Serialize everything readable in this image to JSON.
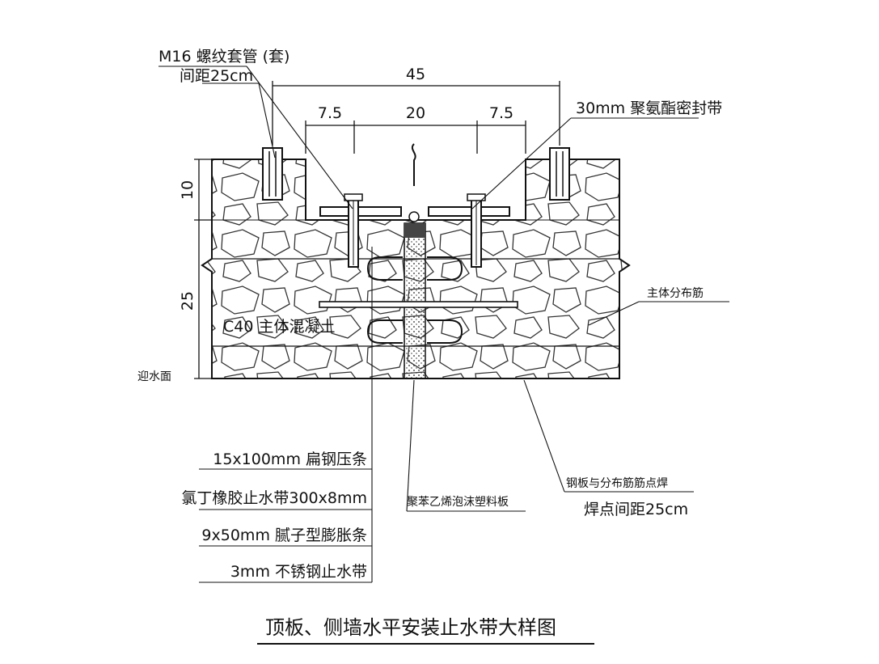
{
  "dimensions": {
    "total_width": "45",
    "left_offset": "7.5",
    "center_width": "20",
    "right_offset": "7.5",
    "upper_height": "10",
    "lower_height": "25"
  },
  "labels": {
    "bolt_sleeve_line1": "M16 螺纹套管 (套)",
    "bolt_sleeve_line2": "间距25cm",
    "sealant_tape": "30mm 聚氨酯密封带",
    "distribution_bar": "主体分布筋",
    "concrete": "C40 主体混凝土",
    "water_face": "迎水面",
    "flat_steel_bead": "15x100mm 扁钢压条",
    "chloroprene_waterstop": "氯丁橡胶止水带300x8mm",
    "swelling_strip": "9x50mm 腻子型膨胀条",
    "stainless_waterstop": "3mm 不锈钢止水带",
    "foam_board": "聚苯乙烯泡沫塑料板",
    "weld_line1": "钢板与分布筋筋点焊",
    "weld_line2": "焊点间距25cm"
  },
  "title": "顶板、侧墙水平安装止水带大样图"
}
